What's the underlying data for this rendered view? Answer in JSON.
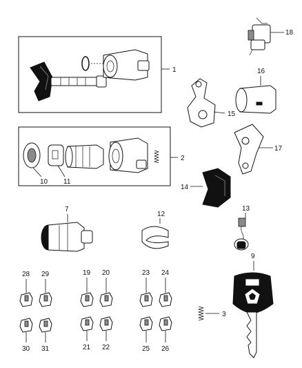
{
  "callouts": {
    "c1": "1",
    "c2": "2",
    "c3": "3",
    "c7": "7",
    "c9": "9",
    "c10": "10",
    "c11": "11",
    "c12": "12",
    "c13": "13",
    "c15": "15",
    "c16": "16",
    "c17": "17",
    "c14": "14",
    "c18": "18",
    "c19": "19",
    "c20": "20",
    "c21": "21",
    "c22": "22",
    "c23": "23",
    "c24": "24",
    "c25": "25",
    "c26": "26",
    "c28": "28",
    "c29": "29",
    "c30": "30",
    "c31": "31"
  },
  "icons": {
    "key-head-logo": "pentastar-icon"
  }
}
